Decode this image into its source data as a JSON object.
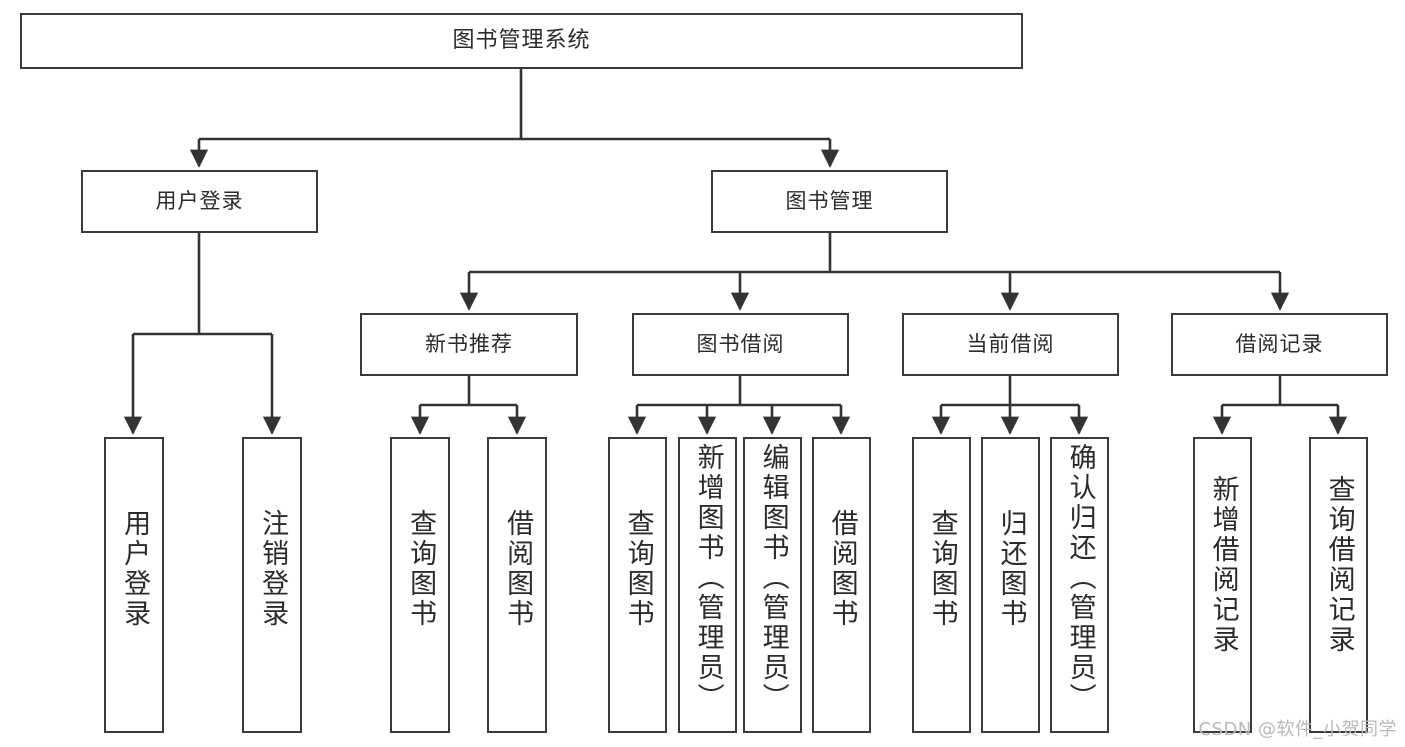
{
  "diagram": {
    "type": "tree-hierarchy",
    "title": "图书管理系统",
    "watermark": "CSDN @软件_小贺同学",
    "colors": {
      "box_border": "#3a3a3a",
      "box_fill": "#ffffff",
      "connector": "#333333",
      "text": "#2b2b2b",
      "watermark": "#b9b9b9"
    },
    "levels": [
      {
        "level": 1,
        "nodes": [
          {
            "id": "root",
            "label": "图书管理系统"
          }
        ]
      },
      {
        "level": 2,
        "nodes": [
          {
            "id": "user-login",
            "label": "用户登录",
            "parent": "root"
          },
          {
            "id": "book-manage",
            "label": "图书管理",
            "parent": "root"
          }
        ]
      },
      {
        "level": 3,
        "nodes": [
          {
            "id": "new-book-rec",
            "label": "新书推荐",
            "parent": "book-manage"
          },
          {
            "id": "book-borrow",
            "label": "图书借阅",
            "parent": "book-manage"
          },
          {
            "id": "current-borrow",
            "label": "当前借阅",
            "parent": "book-manage"
          },
          {
            "id": "borrow-record",
            "label": "借阅记录",
            "parent": "book-manage"
          }
        ]
      },
      {
        "level": 4,
        "nodes": [
          {
            "id": "leaf-1",
            "label": "用户登录",
            "parent": "user-login"
          },
          {
            "id": "leaf-2",
            "label": "注销登录",
            "parent": "user-login"
          },
          {
            "id": "leaf-3",
            "label": "查询图书",
            "parent": "new-book-rec"
          },
          {
            "id": "leaf-4",
            "label": "借阅图书",
            "parent": "new-book-rec"
          },
          {
            "id": "leaf-5",
            "label": "查询图书",
            "parent": "book-borrow"
          },
          {
            "id": "leaf-6",
            "label": "新增图书（管理员）",
            "parent": "book-borrow"
          },
          {
            "id": "leaf-7",
            "label": "编辑图书（管理员）",
            "parent": "book-borrow"
          },
          {
            "id": "leaf-8",
            "label": "借阅图书",
            "parent": "book-borrow"
          },
          {
            "id": "leaf-9",
            "label": "查询图书",
            "parent": "current-borrow"
          },
          {
            "id": "leaf-10",
            "label": "归还图书",
            "parent": "current-borrow"
          },
          {
            "id": "leaf-11",
            "label": "确认归还（管理员）",
            "parent": "current-borrow"
          },
          {
            "id": "leaf-12",
            "label": "新增借阅记录",
            "parent": "borrow-record"
          },
          {
            "id": "leaf-13",
            "label": "查询借阅记录",
            "parent": "borrow-record"
          }
        ]
      }
    ]
  }
}
